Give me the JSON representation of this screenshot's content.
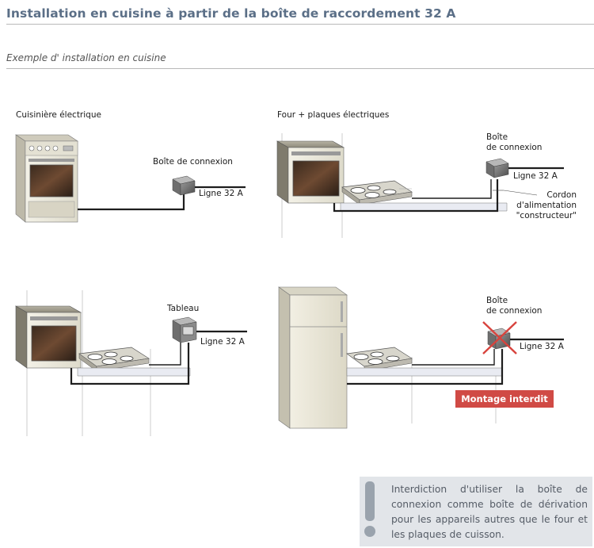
{
  "header": {
    "title": "Installation en cuisine à partir de la boîte de raccordement 32 A",
    "subtitle": "Exemple d' installation en cuisine"
  },
  "panel1": {
    "heading": "Cuisinière électrique",
    "box_label": "Boîte de connexion",
    "line_label": "Ligne 32 A"
  },
  "panel2": {
    "heading": "Four + plaques électriques",
    "box_label_1": "Boîte",
    "box_label_2": "de connexion",
    "line_label": "Ligne 32 A",
    "cord_label_1": "Cordon",
    "cord_label_2": "d'alimentation",
    "cord_label_3": "\"constructeur\""
  },
  "panel3": {
    "panel_label": "Tableau",
    "line_label": "Ligne 32 A"
  },
  "panel4": {
    "box_label_1": "Boîte",
    "box_label_2": "de connexion",
    "line_label": "Ligne 32 A",
    "warning": "Montage interdit"
  },
  "note": {
    "text": "Interdiction d'utiliser la boîte de connexion comme boîte de dérivation pour les appareils autres que le four et les plaques de cuisson."
  },
  "colors": {
    "title": "#5b6f87",
    "warning_bg": "#d04a45",
    "note_bg": "#e2e5e9",
    "note_icon": "#9aa3ad",
    "cable": "#1e1e1e",
    "appliance": "#ece9dc"
  }
}
